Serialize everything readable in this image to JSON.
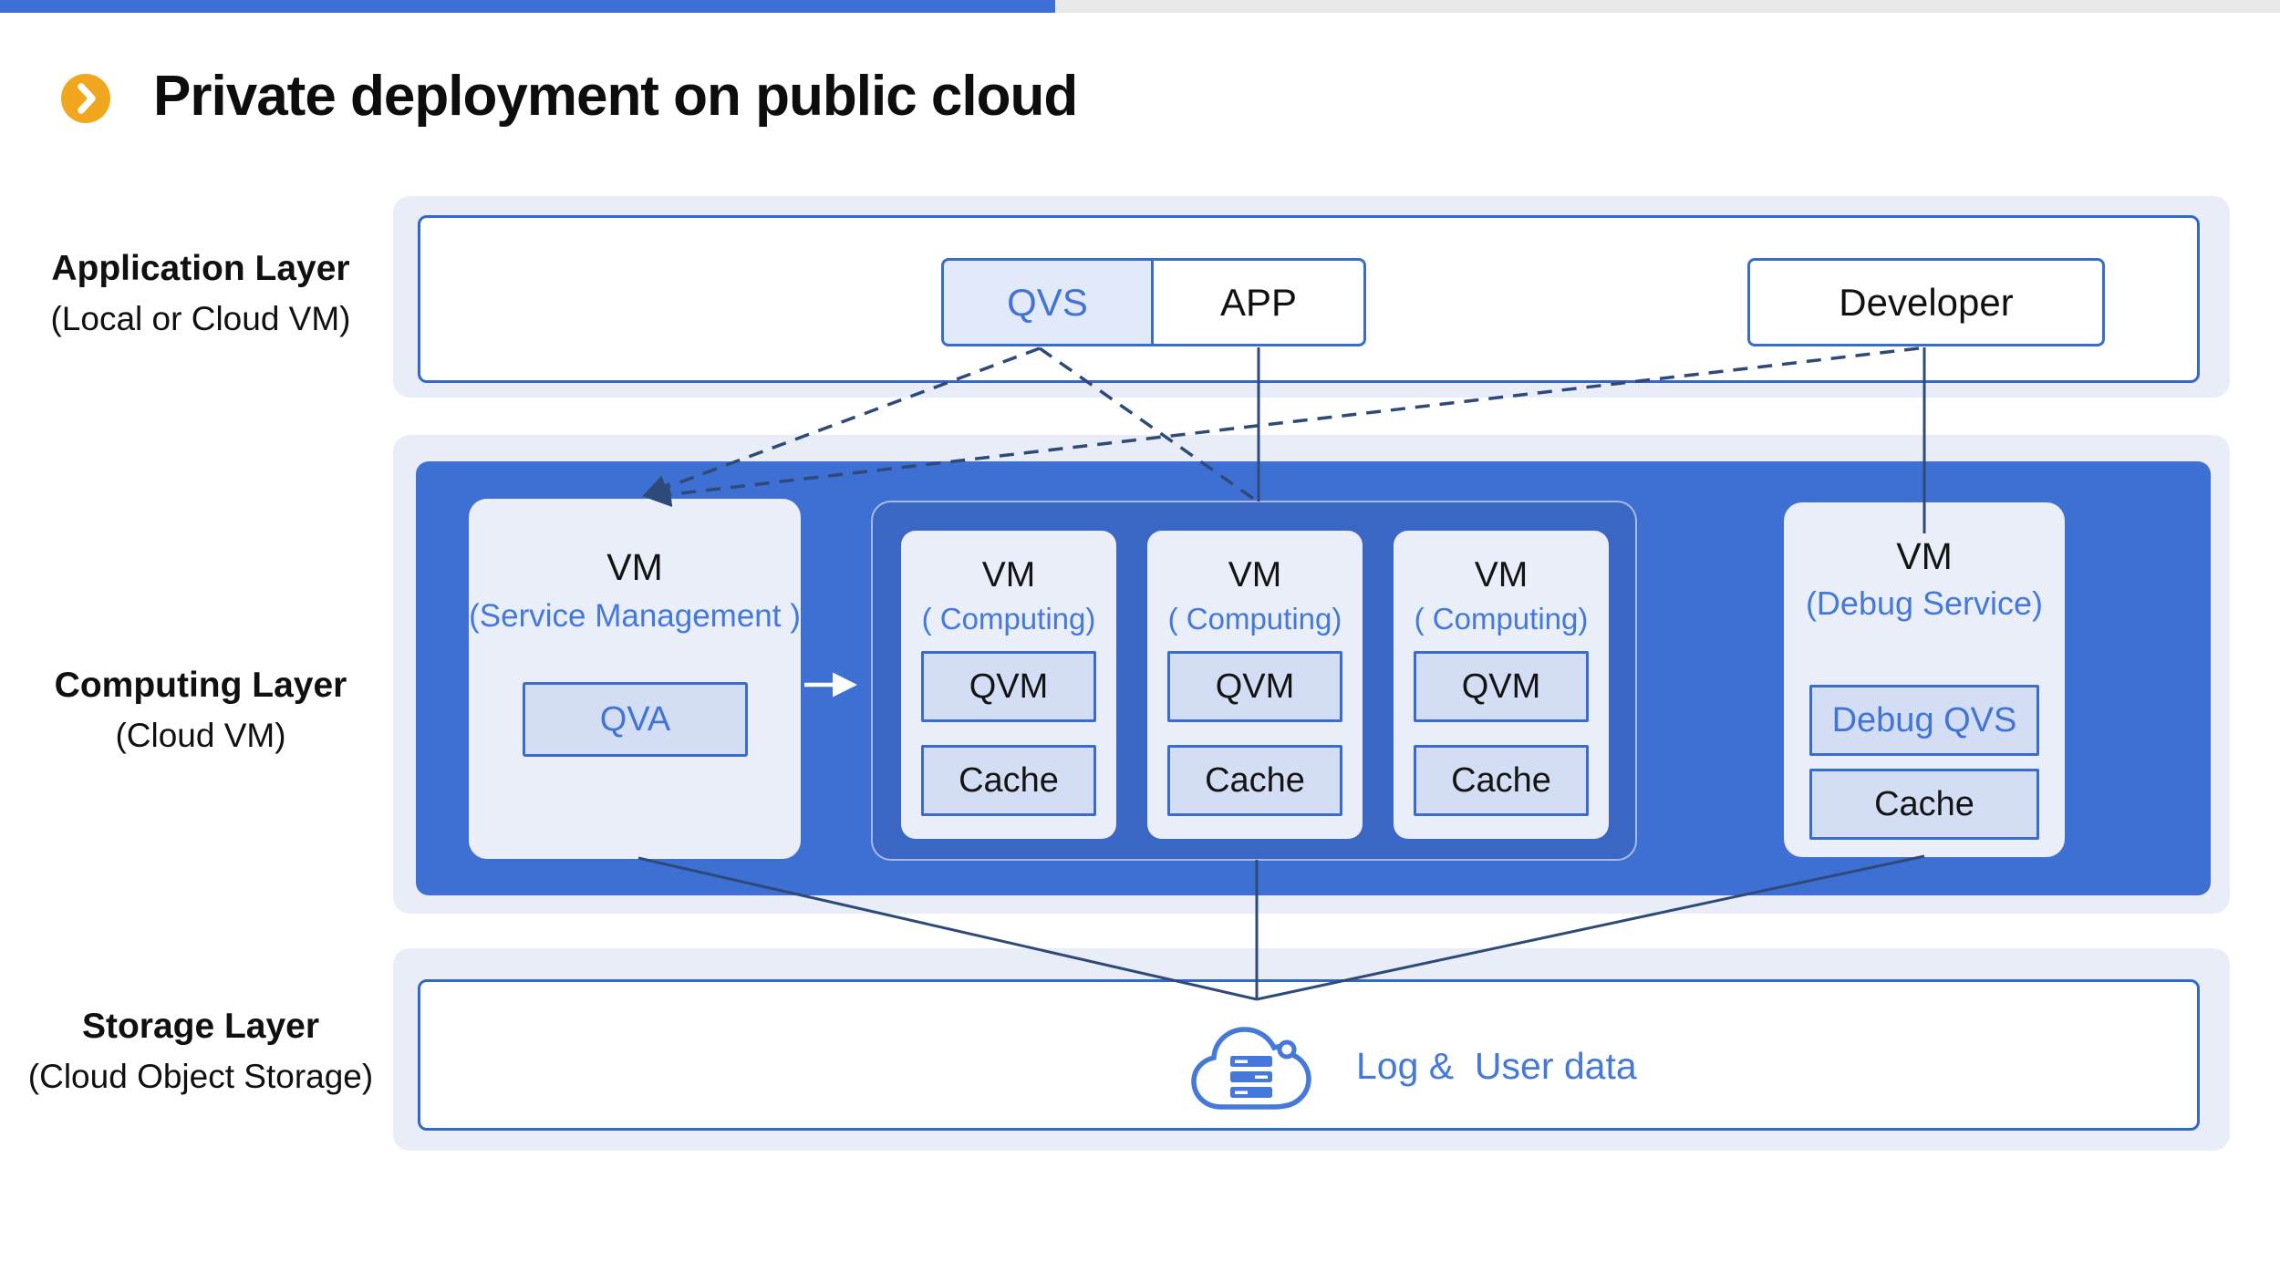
{
  "header": {
    "title": "Private deployment on public cloud",
    "bullet_icon": "chevron-right-circle"
  },
  "layer_labels": {
    "application": {
      "title": "Application Layer",
      "subtitle": "(Local or Cloud VM)"
    },
    "computing": {
      "title": "Computing Layer",
      "subtitle": "(Cloud VM)"
    },
    "storage": {
      "title": "Storage Layer",
      "subtitle": "(Cloud Object Storage)"
    }
  },
  "application_layer": {
    "qvs_label": "QVS",
    "app_label": "APP",
    "developer_label": "Developer"
  },
  "computing_layer": {
    "service_vm": {
      "name": "VM",
      "role": "(Service Management )",
      "module": "QVA"
    },
    "computing_vms": [
      {
        "name": "VM",
        "role": "( Computing)",
        "modules": [
          "QVM",
          "Cache"
        ]
      },
      {
        "name": "VM",
        "role": "( Computing)",
        "modules": [
          "QVM",
          "Cache"
        ]
      },
      {
        "name": "VM",
        "role": "( Computing)",
        "modules": [
          "QVM",
          "Cache"
        ]
      }
    ],
    "debug_vm": {
      "name": "VM",
      "role": "(Debug Service)",
      "modules": [
        "Debug QVS",
        "Cache"
      ]
    }
  },
  "storage_layer": {
    "data_label": "Log &  User data",
    "icon": "cloud-storage-icon"
  },
  "colors": {
    "accent_blue": "#3E6FD6",
    "dark_panel_blue": "#3E70D4",
    "group_panel_blue": "#3A66C4",
    "light_panel": "#E8EDF8",
    "card_bg": "#E9EEF9",
    "module_fill": "#D3DEF4",
    "module_border": "#3A6CCE",
    "blue_text": "#4478DA",
    "connector_line": "#2E4A78",
    "bullet_amber": "#F0A71D",
    "topbar_gray": "#E9E9E9"
  }
}
